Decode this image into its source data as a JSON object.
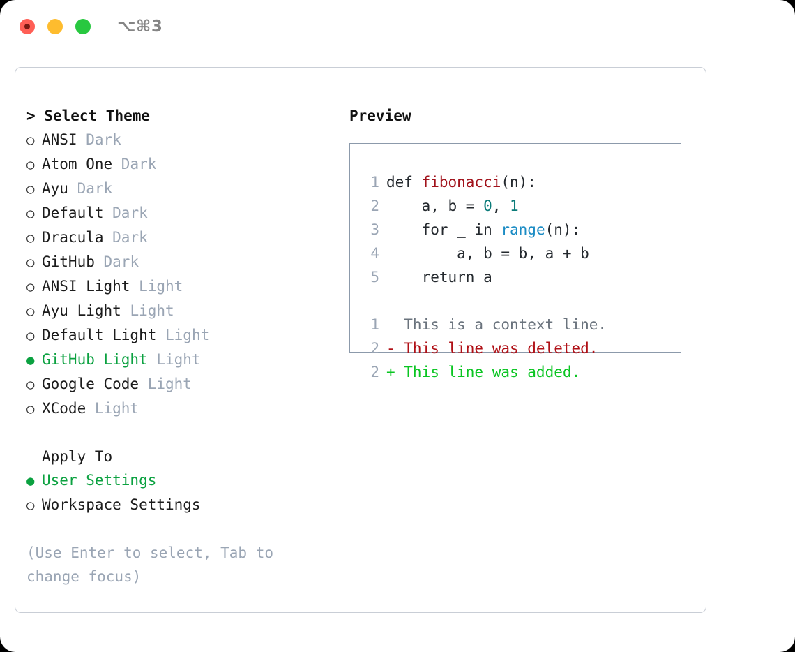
{
  "titlebar": {
    "shortcut": "⌥⌘3",
    "buttons": [
      {
        "name": "close",
        "color": "#ff5f56"
      },
      {
        "name": "minimize",
        "color": "#febc2e"
      },
      {
        "name": "zoom",
        "color": "#28c840"
      }
    ]
  },
  "theme_picker": {
    "caret": "> ",
    "title": "Select Theme",
    "items": [
      {
        "bullet": "○",
        "name": "ANSI",
        "tag": "Dark",
        "selected": false
      },
      {
        "bullet": "○",
        "name": "Atom One",
        "tag": "Dark",
        "selected": false
      },
      {
        "bullet": "○",
        "name": "Ayu",
        "tag": "Dark",
        "selected": false
      },
      {
        "bullet": "○",
        "name": "Default",
        "tag": "Dark",
        "selected": false
      },
      {
        "bullet": "○",
        "name": "Dracula",
        "tag": "Dark",
        "selected": false
      },
      {
        "bullet": "○",
        "name": "GitHub",
        "tag": "Dark",
        "selected": false
      },
      {
        "bullet": "○",
        "name": "ANSI Light",
        "tag": "Light",
        "selected": false
      },
      {
        "bullet": "○",
        "name": "Ayu Light",
        "tag": "Light",
        "selected": false
      },
      {
        "bullet": "○",
        "name": "Default Light",
        "tag": "Light",
        "selected": false
      },
      {
        "bullet": "●",
        "name": "GitHub Light",
        "tag": "Light",
        "selected": true
      },
      {
        "bullet": "○",
        "name": "Google Code",
        "tag": "Light",
        "selected": false
      },
      {
        "bullet": "○",
        "name": "XCode",
        "tag": "Light",
        "selected": false
      }
    ]
  },
  "apply_to": {
    "title": "Apply To",
    "items": [
      {
        "bullet": "●",
        "name": "User Settings",
        "selected": true
      },
      {
        "bullet": "○",
        "name": "Workspace Settings",
        "selected": false
      }
    ]
  },
  "hint": "(Use Enter to select, Tab to change focus)",
  "preview": {
    "title": "Preview",
    "code_lines": [
      {
        "num": "1",
        "segments": [
          {
            "t": "def ",
            "c": "plain"
          },
          {
            "t": "fibonacci",
            "c": "fn"
          },
          {
            "t": "(n):",
            "c": "plain"
          }
        ]
      },
      {
        "num": "2",
        "segments": [
          {
            "t": "    a, b = ",
            "c": "plain"
          },
          {
            "t": "0",
            "c": "num"
          },
          {
            "t": ", ",
            "c": "plain"
          },
          {
            "t": "1",
            "c": "num"
          }
        ]
      },
      {
        "num": "3",
        "segments": [
          {
            "t": "    for _ in ",
            "c": "plain"
          },
          {
            "t": "range",
            "c": "call"
          },
          {
            "t": "(n):",
            "c": "plain"
          }
        ]
      },
      {
        "num": "4",
        "segments": [
          {
            "t": "        a, b = b, a + b",
            "c": "plain"
          }
        ]
      },
      {
        "num": "5",
        "segments": [
          {
            "t": "    return a",
            "c": "plain"
          }
        ]
      }
    ],
    "diff_lines": [
      {
        "num": "1",
        "text": "  This is a context line.",
        "kind": "ctx"
      },
      {
        "num": "2",
        "text": "- This line was deleted.",
        "kind": "del"
      },
      {
        "num": "2",
        "text": "+ This line was added.",
        "kind": "add"
      }
    ]
  },
  "colors": {
    "accent_green": "#0ba140",
    "muted": "#9aa5b4",
    "panel_border": "#c9ced6",
    "preview_border": "#8c9aab",
    "syntax_function": "#a1121b",
    "syntax_number": "#0b7b79",
    "syntax_call": "#1a8bc4",
    "diff_deleted": "#b01016",
    "diff_added": "#0ac522",
    "diff_context": "#6a737d"
  }
}
